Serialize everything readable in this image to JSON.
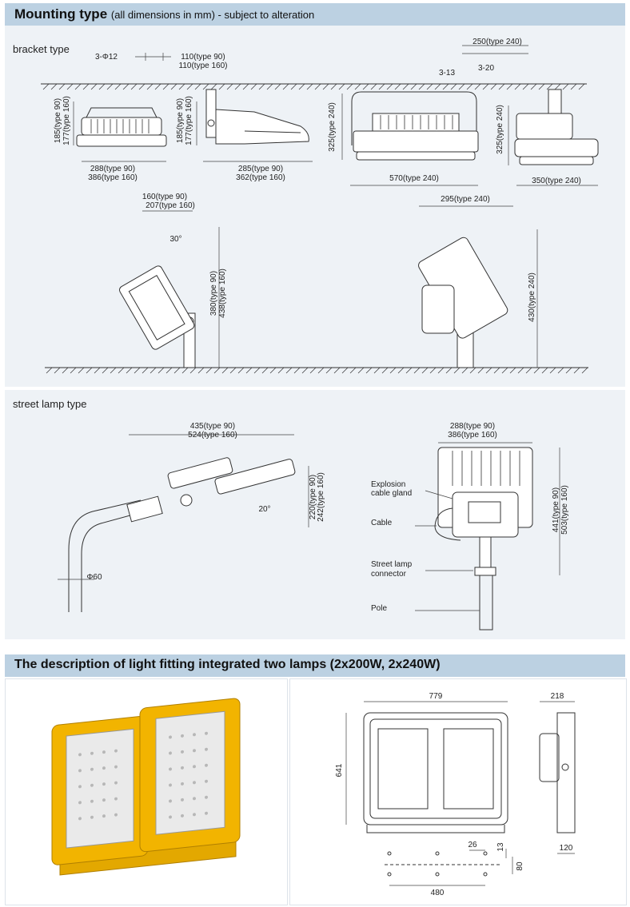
{
  "mounting": {
    "title": "Mounting type",
    "subtitle": "(all dimensions in mm) - subject to alteration",
    "bracket_label": "bracket type",
    "street_label": "street lamp type"
  },
  "dims": {
    "hole": "3-Φ12",
    "d110a": "110(type 90)",
    "d110b": "110(type 160)",
    "d185": "185(type 90)",
    "d177": "177(type 160)",
    "d288": "288(type 90)",
    "d386": "386(type 160)",
    "d285": "285(type 90)",
    "d362": "362(type 160)",
    "d250": "250(type 240)",
    "d3_13": "3-13",
    "d3_20": "3-20",
    "d325": "325(type 240)",
    "d570": "570(type 240)",
    "d350": "350(type 240)",
    "d160": "160(type 90)",
    "d207": "207(type 160)",
    "ang30": "30°",
    "d380": "380(type 90)",
    "d438": "438(type 160)",
    "d295": "295(type 240)",
    "d430": "430(type 240)",
    "d435": "435(type 90)",
    "d524": "524(type 160)",
    "d220": "220(type 90)",
    "d242": "242(type 160)",
    "ang20": "20°",
    "phi60": "Φ60",
    "d441": "441(type 90)",
    "d503": "503(type 160)",
    "d779": "779",
    "d641": "641",
    "d218": "218",
    "d120": "120",
    "d26": "26",
    "d13": "13",
    "d80": "80",
    "d480": "480"
  },
  "callouts": {
    "gland1": "Explosion",
    "gland2": "cable gland",
    "cable": "Cable",
    "conn1": "Street lamp",
    "conn2": "connector",
    "pole": "Pole"
  },
  "description": {
    "title": "The description of light fitting integrated two lamps (2x200W, 2x240W)"
  },
  "colors": {
    "header_bg": "#bcd1e2",
    "panel_bg": "#eef2f6",
    "housing_yellow": "#f2b400"
  }
}
